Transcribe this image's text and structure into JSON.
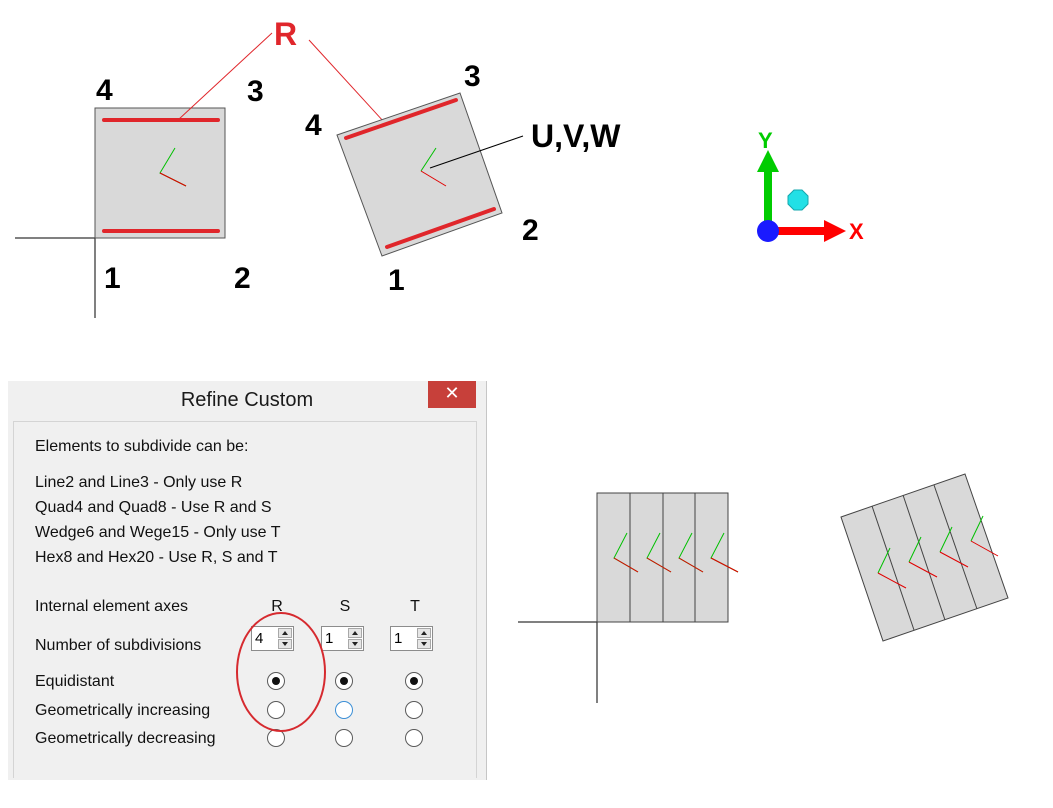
{
  "diagram": {
    "r_label": "R",
    "uvw_label": "U,V,W",
    "square_nodes": [
      "1",
      "2",
      "3",
      "4"
    ],
    "rotated_nodes": [
      "1",
      "2",
      "3",
      "4"
    ],
    "axis_x": "X",
    "axis_y": "Y"
  },
  "colors": {
    "element_fill": "#d9d9d9",
    "edge_highlight": "#e0262b",
    "axis_x": "#ff0000",
    "axis_y": "#00cc00",
    "origin": "#1a1aff",
    "marker": "#22e0e6"
  },
  "dialog": {
    "title": "Refine Custom",
    "close_glyph": "✕",
    "intro": "Elements to subdivide can be:",
    "element_rules": [
      "Line2 and Line3 - Only use R",
      "Quad4 and Quad8 - Use R and S",
      "Wedge6 and Wege15 - Only use T",
      "Hex8 and Hex20 - Use R, S and T"
    ],
    "axes_label": "Internal element axes",
    "axes": [
      "R",
      "S",
      "T"
    ],
    "subdivisions_label": "Number of subdivisions",
    "subdivisions": [
      "4",
      "1",
      "1"
    ],
    "spacing_options": [
      {
        "label": "Equidistant",
        "selected": [
          true,
          true,
          true
        ]
      },
      {
        "label": "Geometrically increasing",
        "selected": [
          false,
          false,
          false
        ]
      },
      {
        "label": "Geometrically decreasing",
        "selected": [
          false,
          false,
          false
        ]
      }
    ]
  }
}
